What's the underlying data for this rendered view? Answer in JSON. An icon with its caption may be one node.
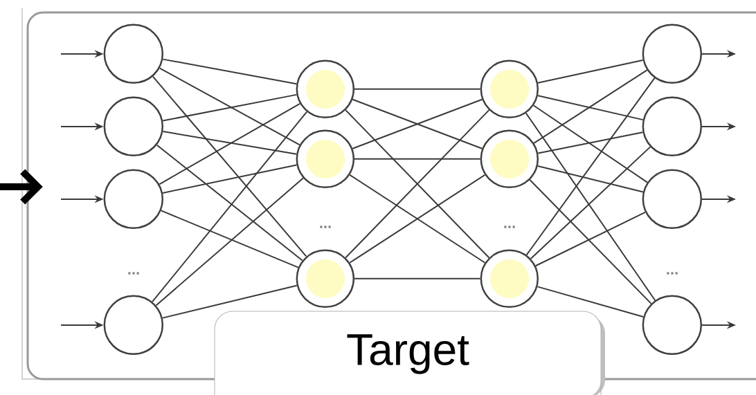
{
  "diagram": {
    "nodes": [
      {
        "text": [],
        "shape": "box"
      },
      {
        "text": [],
        "shape": "circle",
        "in": 0
      },
      {
        "text": [],
        "shape": "circle",
        "in": 0
      },
      {
        "text": [],
        "shape": "circle",
        "in": 0
      },
      {
        "text": [],
        "shape": "circle",
        "in": 0
      },
      {
        "text": [],
        "shape": "circle",
        "in": 0
      },
      {
        "text": [],
        "shape": "circle",
        "in": 0
      },
      {
        "text": [],
        "shape": "circle",
        "in": 0
      },
      {
        "text": [],
        "shape": "circle",
        "in": 0
      },
      {
        "text": [],
        "shape": "circle",
        "in": 0
      },
      {
        "text": [],
        "shape": "circle",
        "in": 0
      },
      {
        "text": [],
        "shape": "circle",
        "in": 0
      },
      {
        "text": [],
        "shape": "circle",
        "in": 0
      },
      {
        "text": [],
        "shape": "circle",
        "in": 0
      },
      {
        "text": [],
        "shape": "circle",
        "in": 0
      },
      {
        "text": [
          "Target"
        ]
      }
    ],
    "edges": [
      {
        "from": null,
        "to": 0,
        "arrow": "to",
        "style": "thick",
        "color": "#000000"
      },
      {
        "from": null,
        "to": 1,
        "arrow": "to"
      },
      {
        "from": null,
        "to": 2,
        "arrow": "to"
      },
      {
        "from": null,
        "to": 3,
        "arrow": "to"
      },
      {
        "from": null,
        "to": 4,
        "arrow": "to"
      },
      {
        "from": 1,
        "to": 5,
        "arrow": "none"
      },
      {
        "from": 1,
        "to": 6,
        "arrow": "none"
      },
      {
        "from": 1,
        "to": 7,
        "arrow": "none"
      },
      {
        "from": 2,
        "to": 5,
        "arrow": "none"
      },
      {
        "from": 2,
        "to": 6,
        "arrow": "none"
      },
      {
        "from": 2,
        "to": 7,
        "arrow": "none"
      },
      {
        "from": 3,
        "to": 5,
        "arrow": "none"
      },
      {
        "from": 3,
        "to": 6,
        "arrow": "none"
      },
      {
        "from": 3,
        "to": 7,
        "arrow": "none"
      },
      {
        "from": 4,
        "to": 5,
        "arrow": "none"
      },
      {
        "from": 4,
        "to": 6,
        "arrow": "none"
      },
      {
        "from": 4,
        "to": 7,
        "arrow": "none"
      },
      {
        "from": 5,
        "to": 8,
        "arrow": "none"
      },
      {
        "from": 5,
        "to": 9,
        "arrow": "none"
      },
      {
        "from": 5,
        "to": 10,
        "arrow": "none"
      },
      {
        "from": 6,
        "to": 8,
        "arrow": "none"
      },
      {
        "from": 6,
        "to": 9,
        "arrow": "none"
      },
      {
        "from": 6,
        "to": 10,
        "arrow": "none"
      },
      {
        "from": 7,
        "to": 8,
        "arrow": "none"
      },
      {
        "from": 7,
        "to": 9,
        "arrow": "none"
      },
      {
        "from": 7,
        "to": 10,
        "arrow": "none"
      },
      {
        "from": 8,
        "to": 11,
        "arrow": "none"
      },
      {
        "from": 8,
        "to": 12,
        "arrow": "none"
      },
      {
        "from": 8,
        "to": 13,
        "arrow": "none"
      },
      {
        "from": 8,
        "to": 14,
        "arrow": "none"
      },
      {
        "from": 9,
        "to": 11,
        "arrow": "none"
      },
      {
        "from": 9,
        "to": 12,
        "arrow": "none"
      },
      {
        "from": 9,
        "to": 13,
        "arrow": "none"
      },
      {
        "from": 9,
        "to": 14,
        "arrow": "none"
      },
      {
        "from": 10,
        "to": 11,
        "arrow": "none"
      },
      {
        "from": 10,
        "to": 12,
        "arrow": "none"
      },
      {
        "from": 10,
        "to": 13,
        "arrow": "none"
      },
      {
        "from": 10,
        "to": 14,
        "arrow": "none"
      },
      {
        "from": 11,
        "to": null,
        "arrow": "to"
      },
      {
        "from": 12,
        "to": null,
        "arrow": "to"
      },
      {
        "from": 13,
        "to": null,
        "arrow": "to"
      },
      {
        "from": 14,
        "to": null,
        "arrow": "to"
      }
    ],
    "labels": [
      "...",
      "...",
      "...",
      "..."
    ]
  }
}
